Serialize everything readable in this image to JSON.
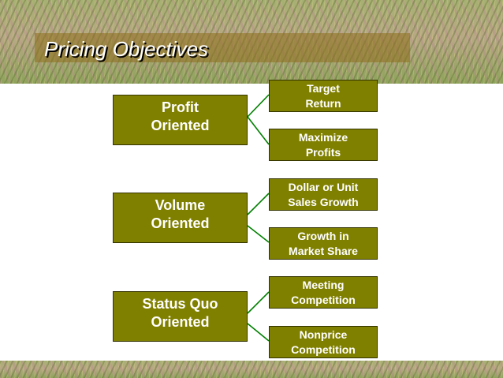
{
  "title": "Pricing Objectives",
  "categories": [
    {
      "label": "Profit\nOriented",
      "objectives": [
        "Target\nReturn",
        "Maximize\nProfits"
      ]
    },
    {
      "label": "Volume\nOriented",
      "objectives": [
        "Dollar or Unit\nSales Growth",
        "Growth in\nMarket Share"
      ]
    },
    {
      "label": "Status Quo\nOriented",
      "objectives": [
        "Meeting\nCompetition",
        "Nonprice\nCompetition"
      ]
    }
  ],
  "colors": {
    "box_fill": "#808000",
    "connector": "#008000",
    "title_text": "#ffffff"
  }
}
